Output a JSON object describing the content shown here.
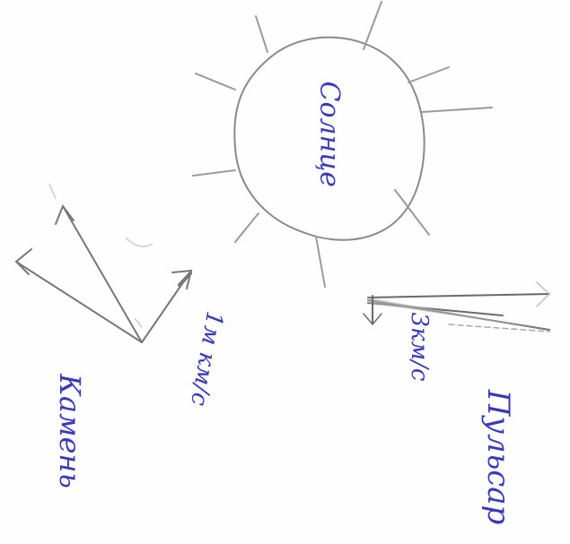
{
  "labels": {
    "sun": "Солнце",
    "stone_speed": "1м км/с",
    "stone": "Камень",
    "ray_speed": "3км/с",
    "photon": "Пульсар"
  },
  "colors": {
    "pencil": "#8a8a8a",
    "ink": "#3a3ab8",
    "paper": "#fefefe"
  }
}
